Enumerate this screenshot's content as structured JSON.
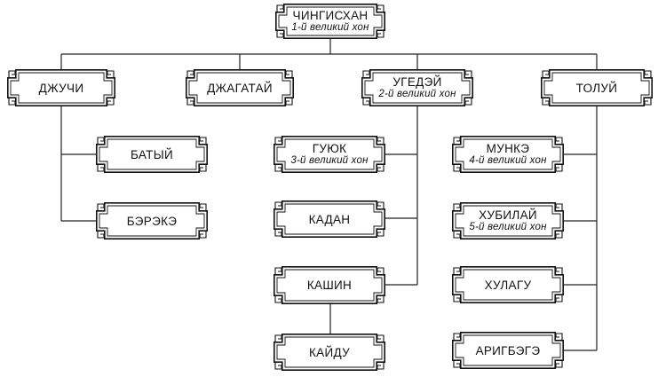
{
  "diagram": {
    "root": {
      "name": "ЧИНГИСХАН",
      "title": "1-й великий хон"
    },
    "sons": [
      {
        "name": "ДЖУЧИ",
        "title": ""
      },
      {
        "name": "ДЖАГАТАЙ",
        "title": ""
      },
      {
        "name": "УГЕДЭЙ",
        "title": "2-й великий хон"
      },
      {
        "name": "ТОЛУЙ",
        "title": ""
      }
    ],
    "grandsons": [
      {
        "name": "БАТЫЙ",
        "title": ""
      },
      {
        "name": "БЭРЭКЭ",
        "title": ""
      },
      {
        "name": "ГУЮК",
        "title": "3-й великий хон"
      },
      {
        "name": "КАДАН",
        "title": ""
      },
      {
        "name": "КАШИН",
        "title": ""
      },
      {
        "name": "МУНКЭ",
        "title": "4-й великий хон"
      },
      {
        "name": "ХУБИЛАЙ",
        "title": "5-й великий хон"
      },
      {
        "name": "ХУЛАГУ",
        "title": ""
      },
      {
        "name": "АРИГБЭГЭ",
        "title": ""
      }
    ],
    "great_grandsons": [
      {
        "name": "КАЙДУ",
        "title": ""
      }
    ]
  }
}
